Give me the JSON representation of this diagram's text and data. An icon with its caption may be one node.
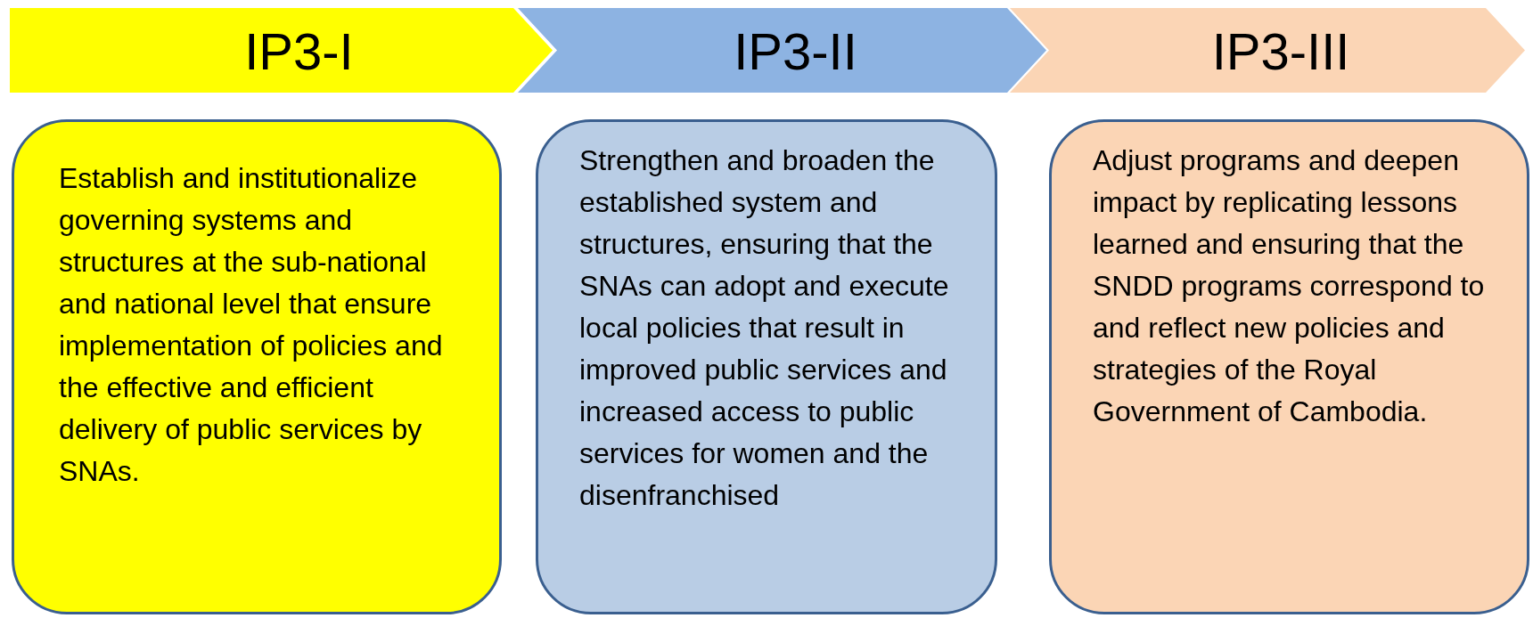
{
  "diagram": {
    "nodes": [
      {
        "text": [
          "IP3-I"
        ]
      },
      {
        "text": [
          "IP3-II"
        ]
      },
      {
        "text": [
          "IP3-III"
        ]
      },
      {
        "text": [
          "Establish and institutionalize governing systems and structures at the sub-national and national level that ensure implementation of policies and the effective and efficient delivery of public services by SNAs."
        ]
      },
      {
        "text": [
          "Strengthen and broaden the established system and structures, ensuring that the SNAs can adopt and execute local policies that result in improved public services and increased access to public services for women and the disenfranchised"
        ]
      },
      {
        "text": [
          "Adjust programs and deepen impact by replicating lessons learned and ensuring that the SNDD programs correspond to and reflect new policies and strategies of the Royal Government of Cambodia."
        ]
      }
    ]
  }
}
